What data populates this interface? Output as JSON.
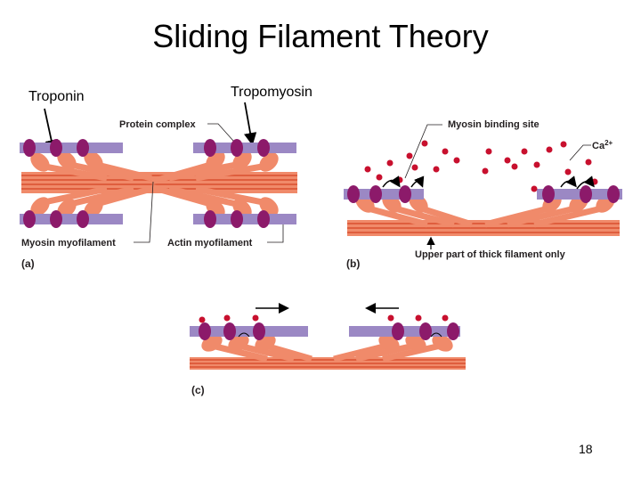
{
  "slide": {
    "title": "Sliding Filament Theory",
    "page_number": "18"
  },
  "callouts": {
    "troponin": "Troponin",
    "tropomyosin": "Tropomyosin"
  },
  "labels": {
    "protein_complex": "Protein complex",
    "myosin_myofilament": "Myosin myofilament",
    "actin_myofilament": "Actin myofilament",
    "myosin_binding_site": "Myosin binding site",
    "calcium": "Ca",
    "calcium_charge": "2+",
    "upper_thick_filament": "Upper part of thick filament only",
    "panel_a": "(a)",
    "panel_b": "(b)",
    "panel_c": "(c)"
  },
  "colors": {
    "actin": "#9b88c4",
    "troponin": "#8c1a6a",
    "myosin": "#f08a6a",
    "myosin_stripe": "#d9502f",
    "calcium_ion": "#c8102e",
    "label_text": "#231f20"
  }
}
